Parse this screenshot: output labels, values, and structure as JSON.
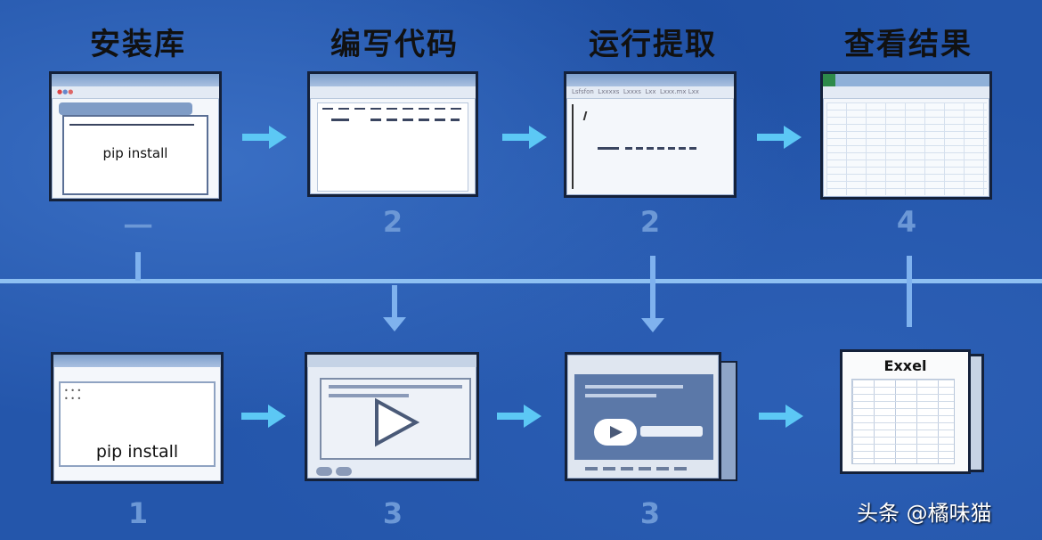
{
  "steps": [
    {
      "title": "安装库",
      "number": "一",
      "window_text": "pip install"
    },
    {
      "title": "编写代码",
      "number": "2"
    },
    {
      "title": "运行提取",
      "number": "2",
      "menu": [
        "Lsfsfon",
        "Lxxxxs",
        "Lxxxs",
        "Lxx",
        "Lxxx.mx",
        "Lxx"
      ]
    },
    {
      "title": "查看结果",
      "number": "4"
    }
  ],
  "bottom": [
    {
      "number": "1",
      "window_text": "pip install"
    },
    {
      "number": "3"
    },
    {
      "number": "3"
    },
    {
      "doc_title": "Exxel"
    }
  ],
  "watermark": "头条 @橘味猫",
  "colors": {
    "background": "#2456ab",
    "arrow": "#5cc8f5",
    "line": "#8ec0f2",
    "number": "#6c98d6"
  }
}
